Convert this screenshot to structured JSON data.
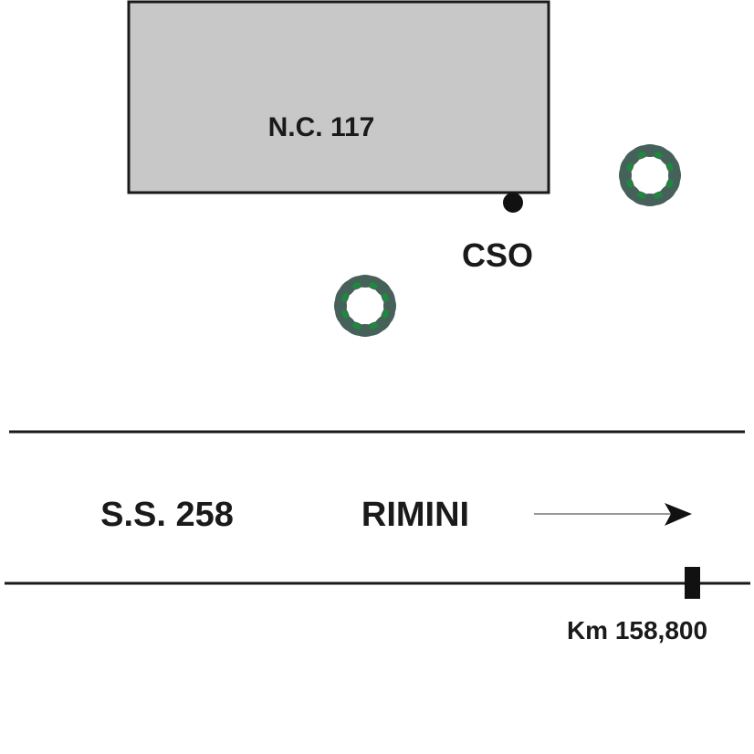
{
  "building": {
    "label": "N.C. 117",
    "fill": "#c8c8c8"
  },
  "point": {
    "label": "CSO"
  },
  "road": {
    "name": "S.S. 258",
    "direction": "RIMINI"
  },
  "kilometer_marker": {
    "label": "Km 158,800"
  },
  "colors": {
    "tree_dark": "#46605a",
    "tree_light": "#1c8a3c"
  }
}
